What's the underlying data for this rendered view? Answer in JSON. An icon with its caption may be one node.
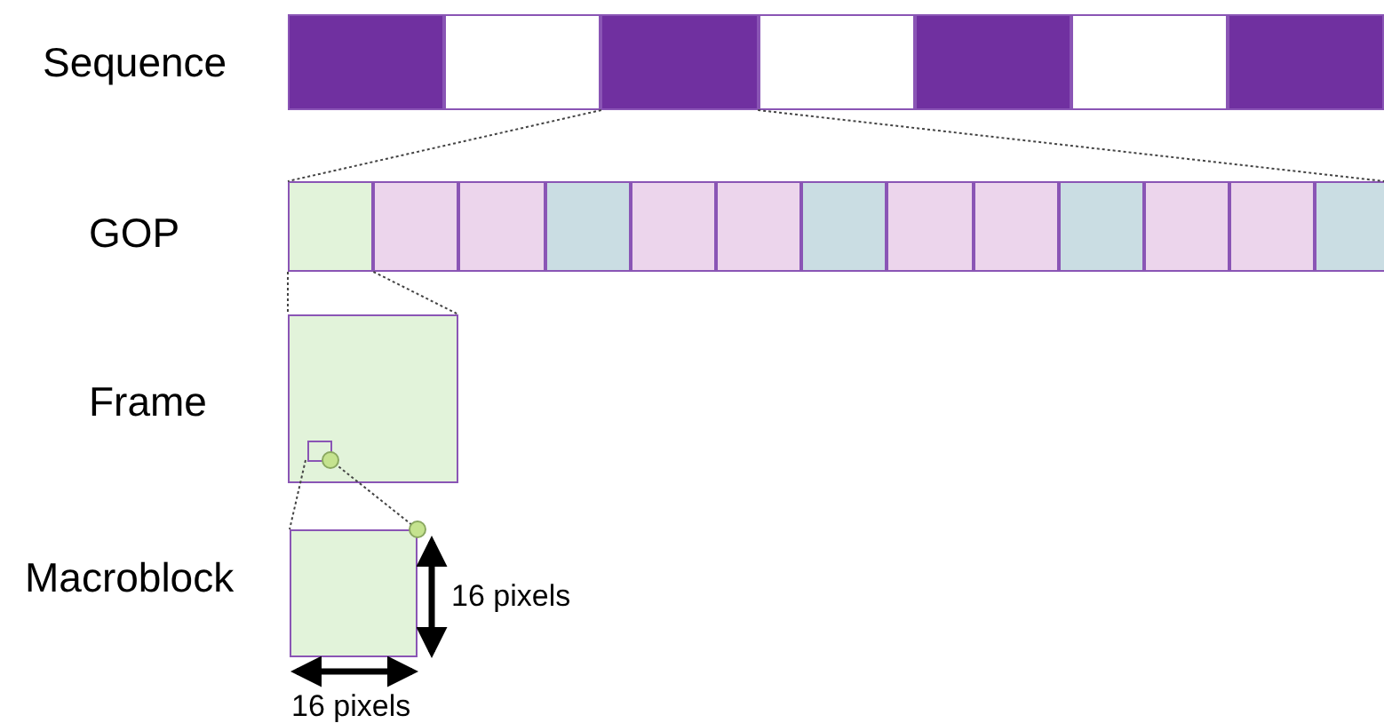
{
  "diagram": {
    "nodes": [
      {
        "text": [],
        "shape": "box"
      },
      {
        "text": [],
        "shape": "box"
      },
      {
        "text": [],
        "shape": "box"
      },
      {
        "text": [],
        "shape": "box"
      },
      {
        "text": [],
        "shape": "box"
      },
      {
        "text": [],
        "shape": "box"
      },
      {
        "text": [],
        "shape": "box"
      },
      {
        "text": [],
        "shape": "box"
      },
      {
        "text": [],
        "shape": "box"
      },
      {
        "text": [],
        "shape": "box"
      },
      {
        "text": [],
        "shape": "box"
      },
      {
        "text": [],
        "shape": "box"
      },
      {
        "text": [],
        "shape": "box"
      },
      {
        "text": [],
        "shape": "box"
      },
      {
        "text": [],
        "shape": "box"
      },
      {
        "text": [],
        "shape": "box"
      },
      {
        "text": [],
        "shape": "box"
      },
      {
        "text": [],
        "shape": "box"
      },
      {
        "text": [],
        "shape": "box"
      },
      {
        "text": [],
        "shape": "box"
      },
      {
        "text": [],
        "shape": "box"
      },
      {
        "text": [],
        "shape": "box",
        "in": 20
      },
      {
        "text": [],
        "shape": "box"
      }
    ],
    "edges": [
      {
        "from": 2,
        "to": 7,
        "arrow": "none"
      },
      {
        "from": 2,
        "to": 19,
        "arrow": "none"
      },
      {
        "from": 7,
        "to": 20,
        "arrow": "none"
      },
      {
        "from": 7,
        "to": 20,
        "arrow": "none"
      },
      {
        "from": 21,
        "to": 22,
        "arrow": "none"
      },
      {
        "from": 21,
        "to": 22,
        "arrow": "other"
      }
    ],
    "labels": [
      "Sequence",
      "GOP",
      "Frame",
      "Macroblock",
      "16 pixels",
      "16 pixels"
    ]
  }
}
